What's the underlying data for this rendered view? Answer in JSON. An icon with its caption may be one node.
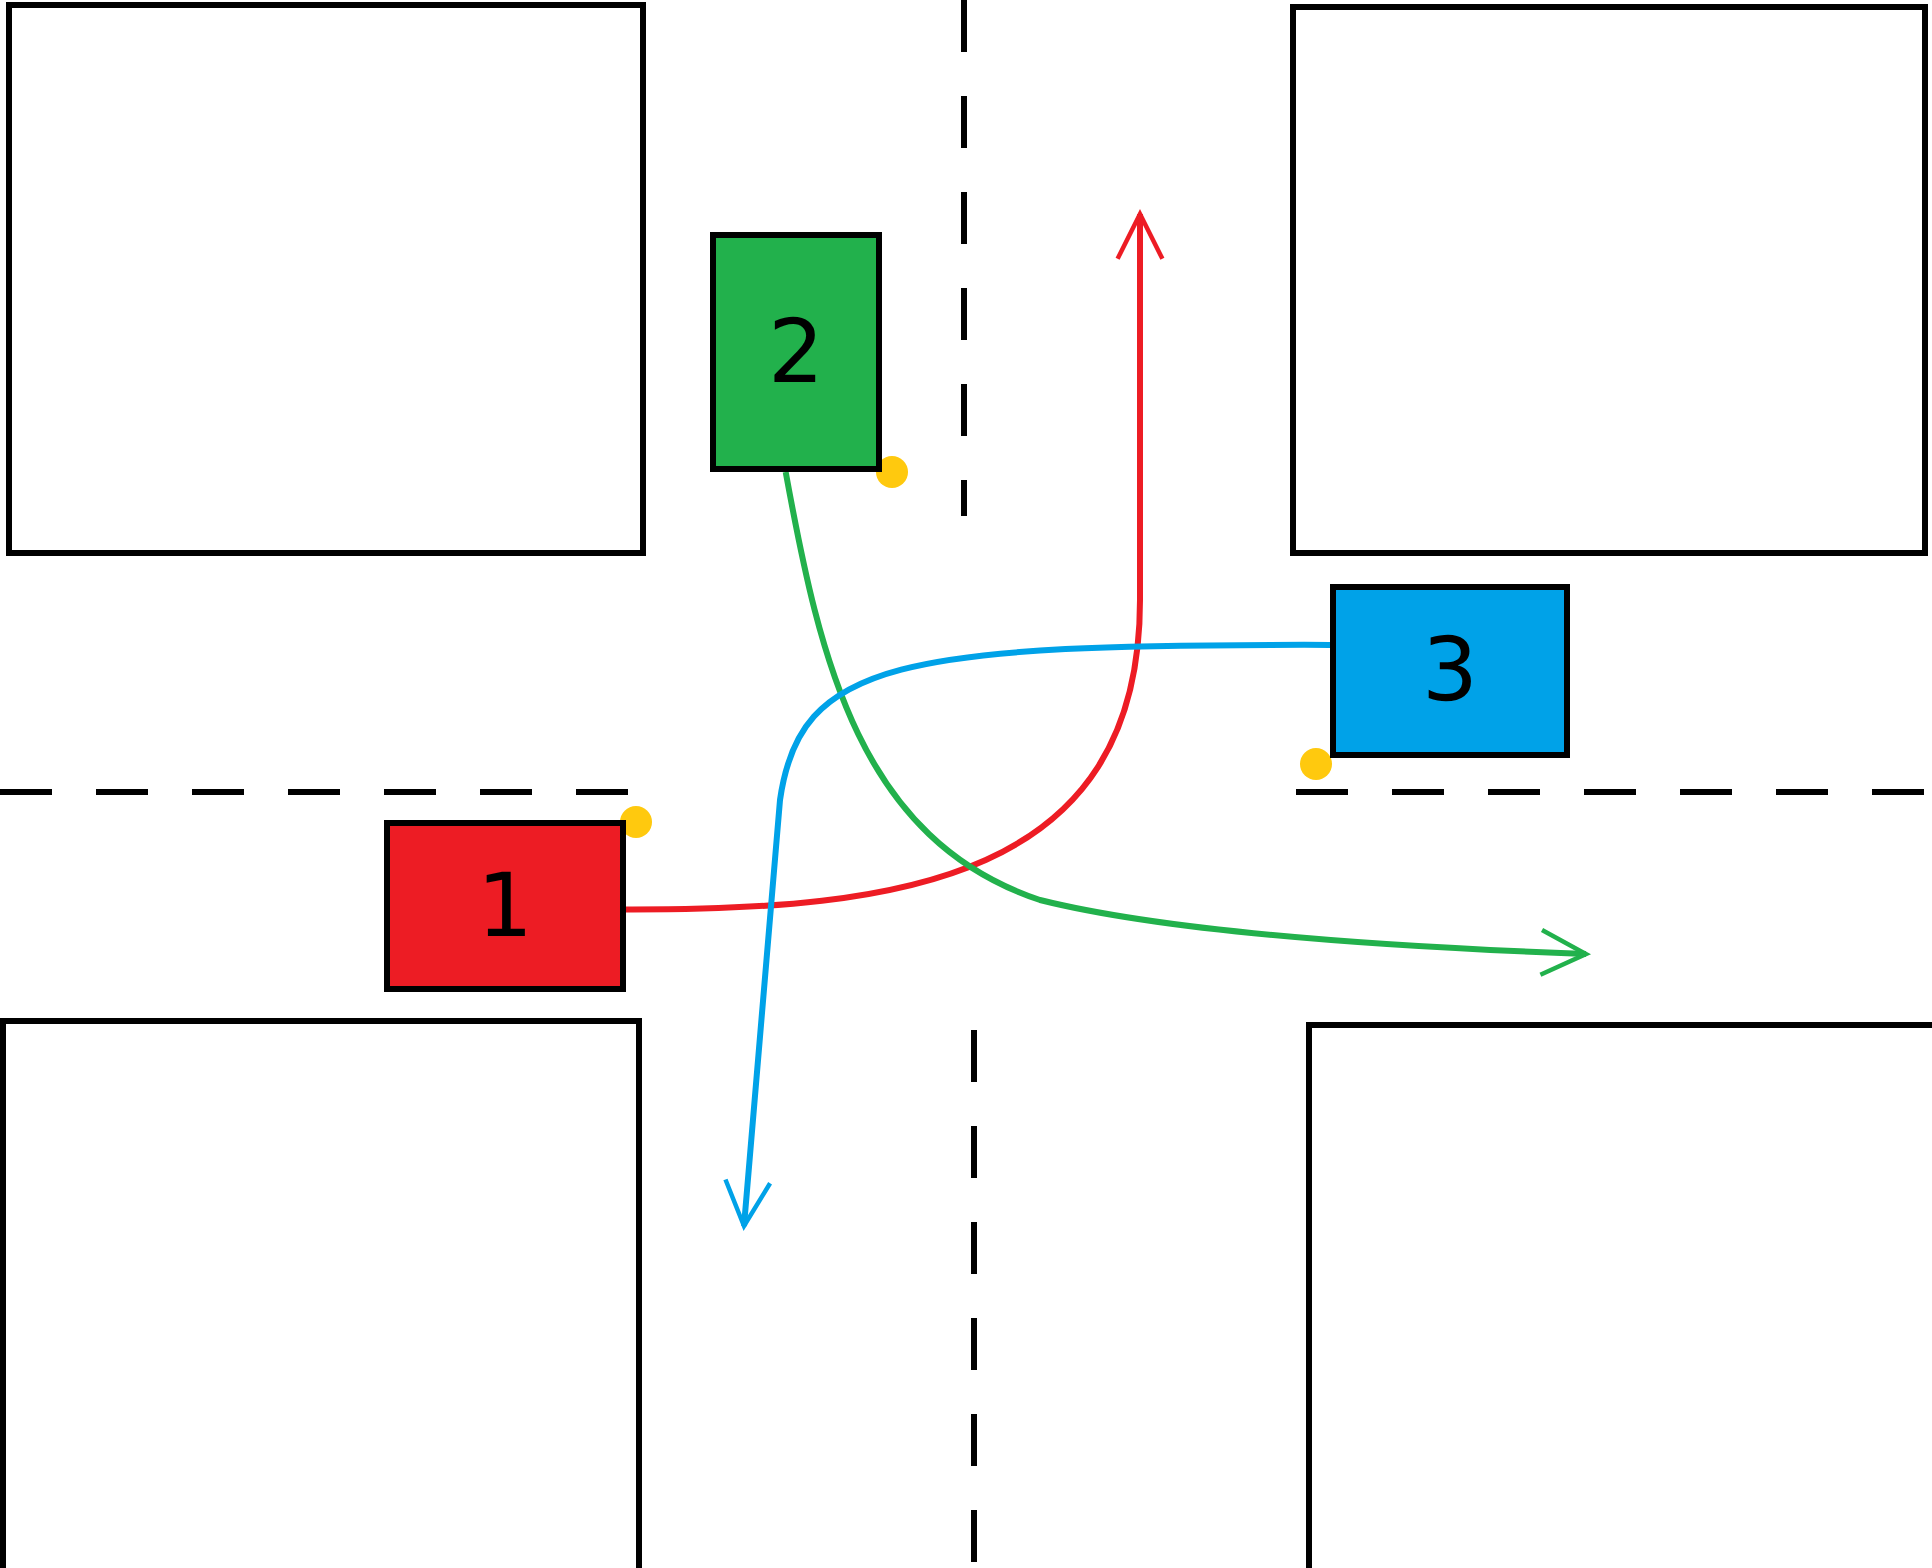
{
  "diagram": {
    "nodes": [
      {
        "text": [],
        "shape": "box"
      },
      {
        "text": [],
        "shape": "box"
      },
      {
        "text": [
          "2"
        ]
      },
      {
        "text": [
          "3"
        ]
      },
      {
        "text": [
          "1"
        ]
      },
      {
        "text": [],
        "shape": "box"
      },
      {
        "text": [],
        "shape": "box"
      }
    ],
    "edges": [
      {
        "from": 4,
        "to": null,
        "arrow": "to",
        "color": "#ed1c24"
      },
      {
        "from": 2,
        "to": null,
        "arrow": "to",
        "color": "#22b14c"
      },
      {
        "from": 3,
        "to": null,
        "arrow": "to",
        "color": "#00a2e8"
      }
    ]
  }
}
